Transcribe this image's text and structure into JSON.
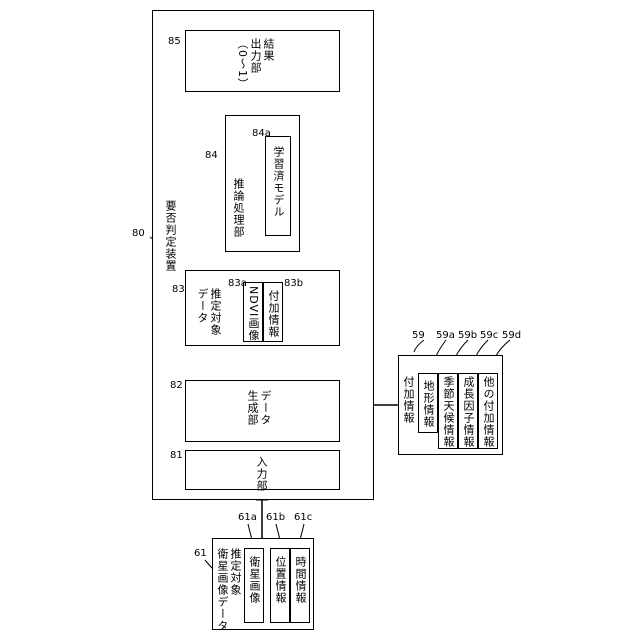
{
  "device": {
    "ref": "80",
    "label": "要否判定装置"
  },
  "result": {
    "ref": "85",
    "label": "結果\n出力部\n（0～1）"
  },
  "inference": {
    "ref": "84",
    "label": "推論処理部",
    "model_ref": "84a",
    "model_label": "学習済モデル"
  },
  "target_data": {
    "ref": "83",
    "label": "推定対象\nデータ",
    "ndvi_ref": "83a",
    "ndvi_label": "NDVI画像",
    "extra_ref": "83b",
    "extra_label": "付加情報"
  },
  "data_gen": {
    "ref": "82",
    "label": "データ\n生成部"
  },
  "input": {
    "ref": "81",
    "label": "入力部"
  },
  "satellite": {
    "ref": "61",
    "label": "推定対象\n衛星画像データ",
    "items": [
      {
        "ref": "61a",
        "label": "衛星画像"
      },
      {
        "ref": "61b",
        "label": "位置情報"
      },
      {
        "ref": "61c",
        "label": "時間情報"
      }
    ]
  },
  "additional": {
    "ref": "59",
    "label": "付加情報",
    "items": [
      {
        "ref": "59a",
        "label": "地形情報"
      },
      {
        "ref": "59b",
        "label": "季節天候情報"
      },
      {
        "ref": "59c",
        "label": "成長因子情報"
      },
      {
        "ref": "59d",
        "label": "他の付加情報"
      }
    ]
  }
}
